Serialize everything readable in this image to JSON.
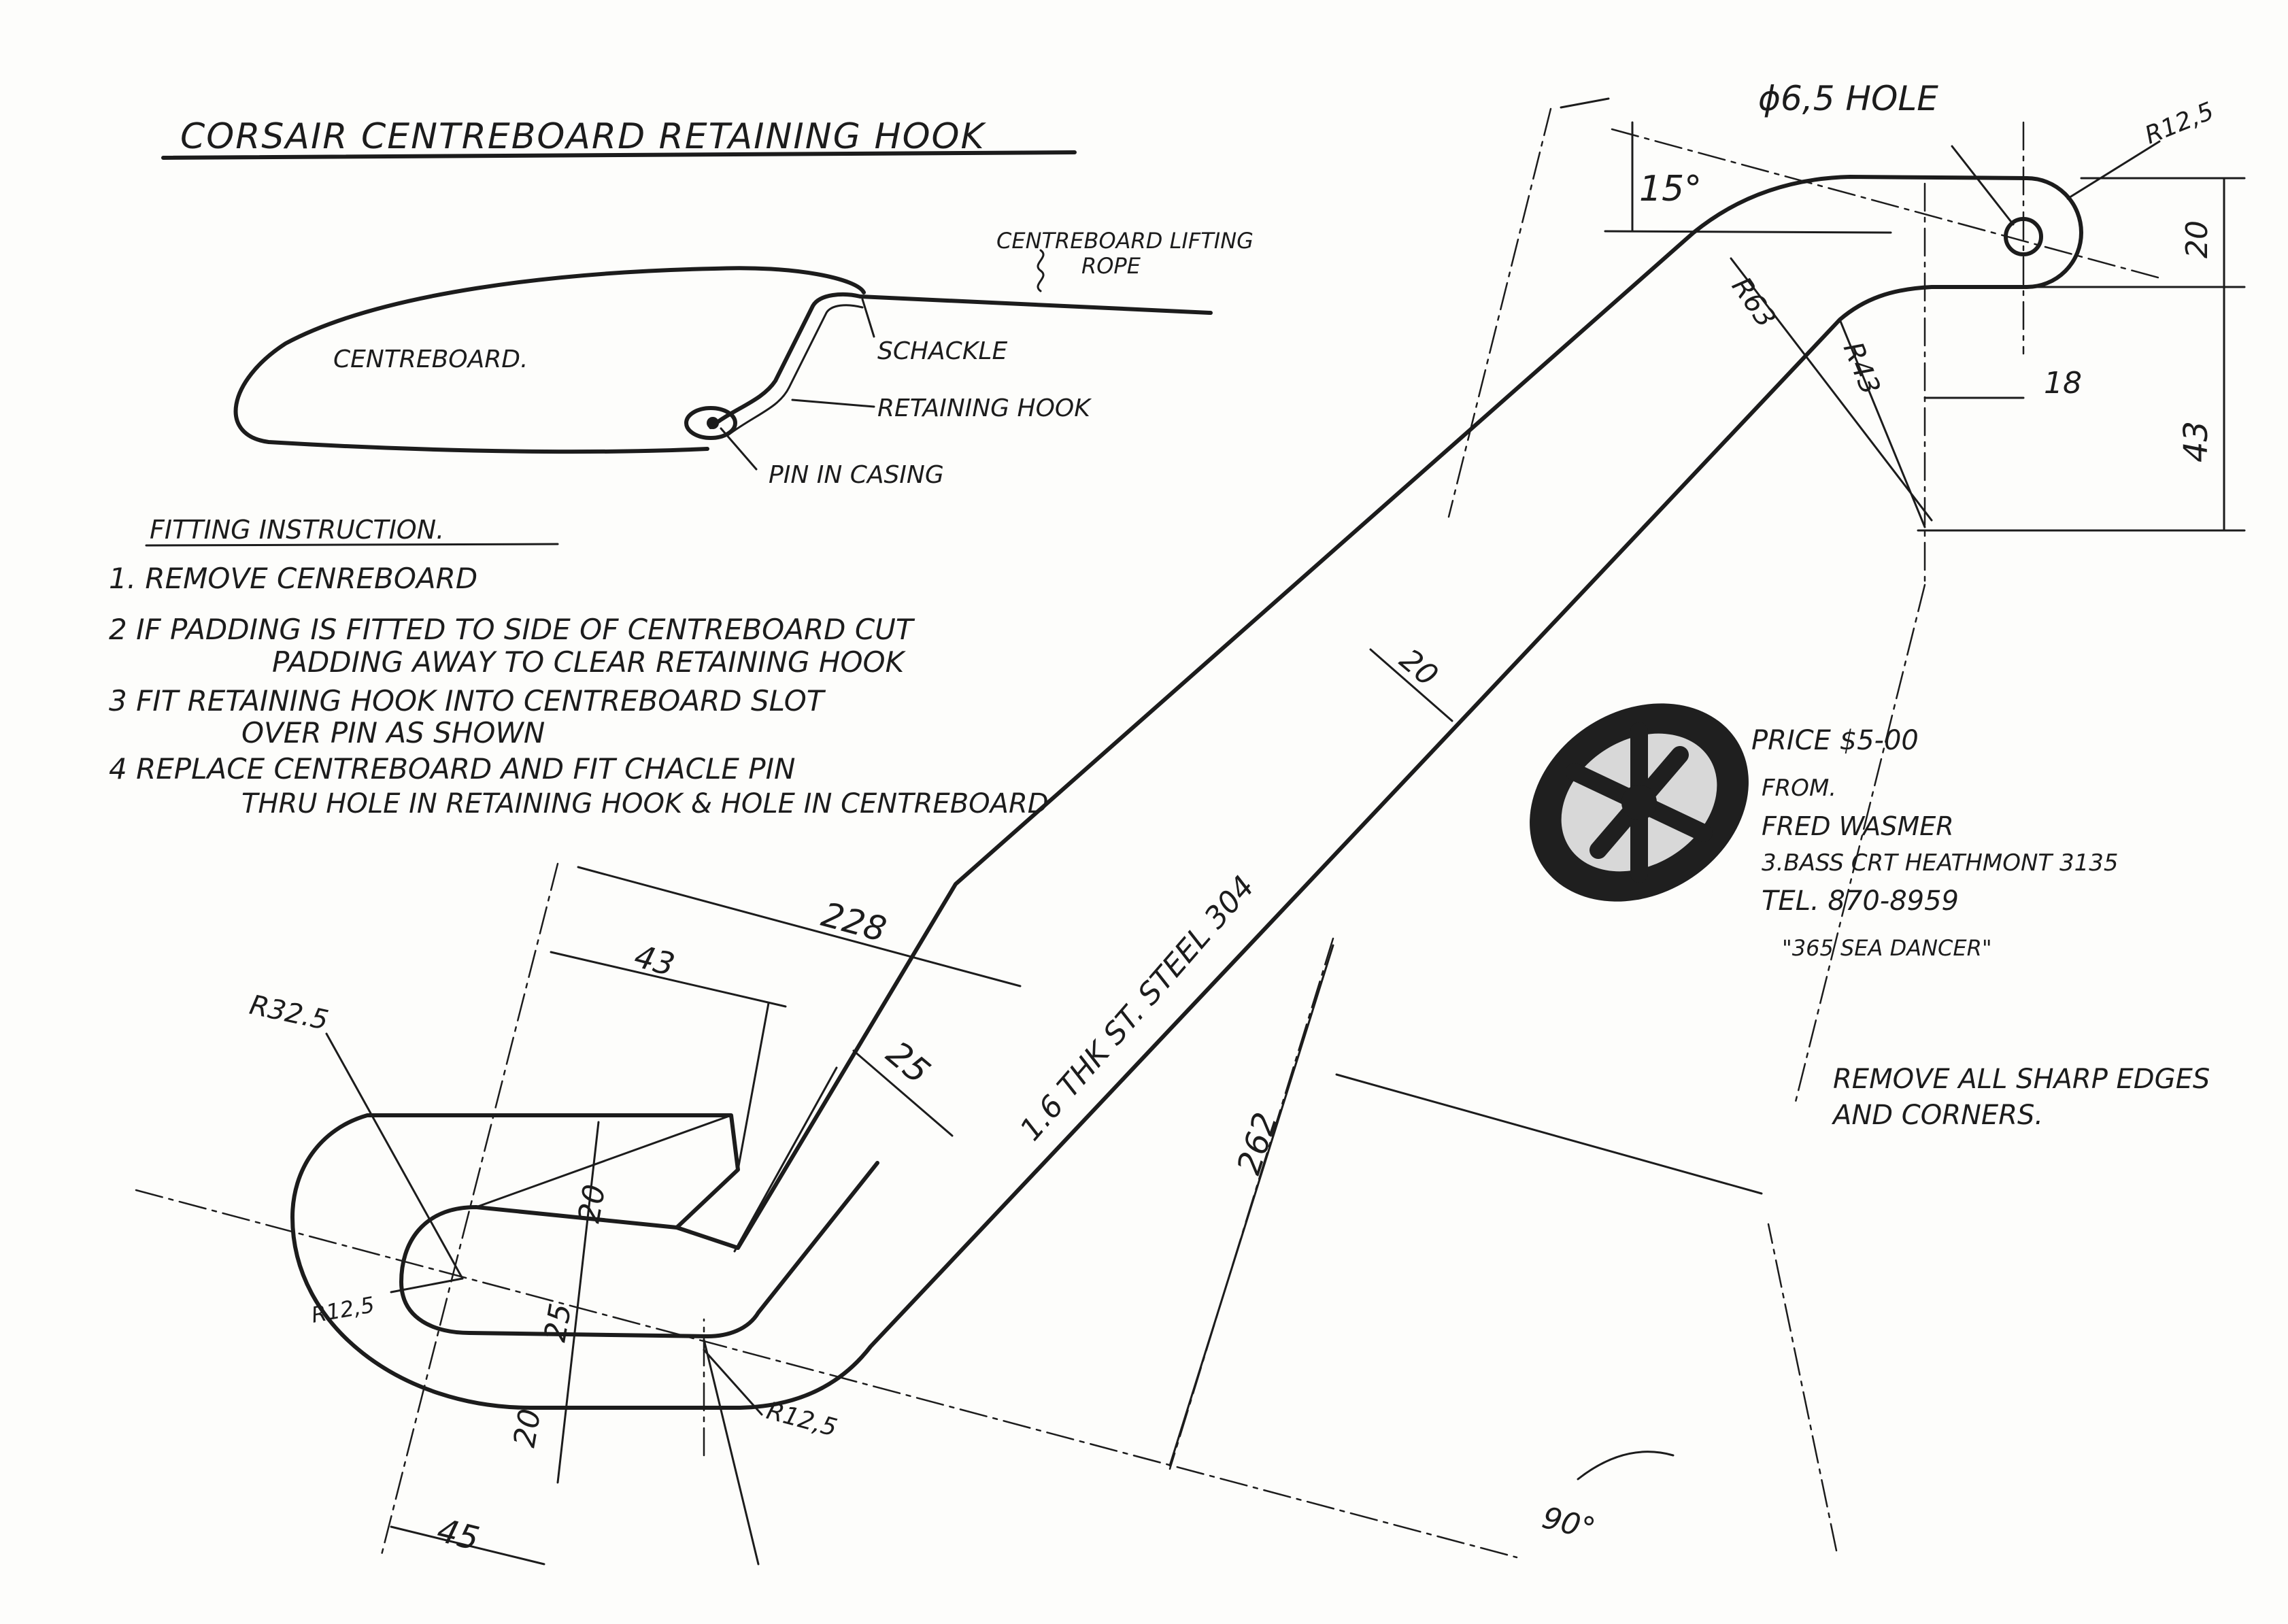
{
  "title": "CORSAIR CENTREBOARD RETAINING HOOK",
  "sketch": {
    "centreboard": "CENTREBOARD.",
    "lifting_rope": [
      "CENTREBOARD LIFTING",
      "ROPE"
    ],
    "schackle": "SCHACKLE",
    "retaining_hook": "RETAINING HOOK",
    "pin": "PIN IN CASING"
  },
  "instructions": {
    "heading": "FITTING INSTRUCTION.",
    "lines": [
      "1. REMOVE CENREBOARD",
      "2 IF PADDING IS FITTED TO SIDE OF CENTREBOARD CUT",
      "PADDING AWAY TO CLEAR RETAINING HOOK",
      "3 FIT RETAINING HOOK INTO CENTREBOARD SLOT",
      "OVER PIN AS SHOWN",
      "4 REPLACE CENTREBOARD AND FIT CHACLE PIN",
      "THRU HOLE IN RETAINING HOOK & HOLE IN CENTREBOARD"
    ]
  },
  "dimensions": {
    "hole": "ϕ6,5 HOLE",
    "r_top": "R12,5",
    "angle": "15°",
    "d20_top": "20",
    "r63": "R63",
    "r43": "R43",
    "d18": "18",
    "d43_right": "43",
    "d20_arm": "20",
    "material": "1.6 THK ST. STEEL 304",
    "d228": "228",
    "d43_top": "43",
    "d25_diag": "25",
    "r32": "R32.5",
    "d20_upper": "20",
    "d25_mid": "25",
    "r12_left": "R12,5",
    "d20_lower": "20",
    "r12_bottom": "R12,5",
    "d45": "45",
    "d262": "262",
    "d90": "90°"
  },
  "price_block": [
    "PRICE $5-00",
    "FROM.",
    "FRED WASMER",
    "3.BASS CRT HEATHMONT 3135",
    "TEL. 870-8959",
    "\"365 SEA DANCER\""
  ],
  "note": [
    "REMOVE ALL SHARP EDGES",
    "AND CORNERS."
  ]
}
